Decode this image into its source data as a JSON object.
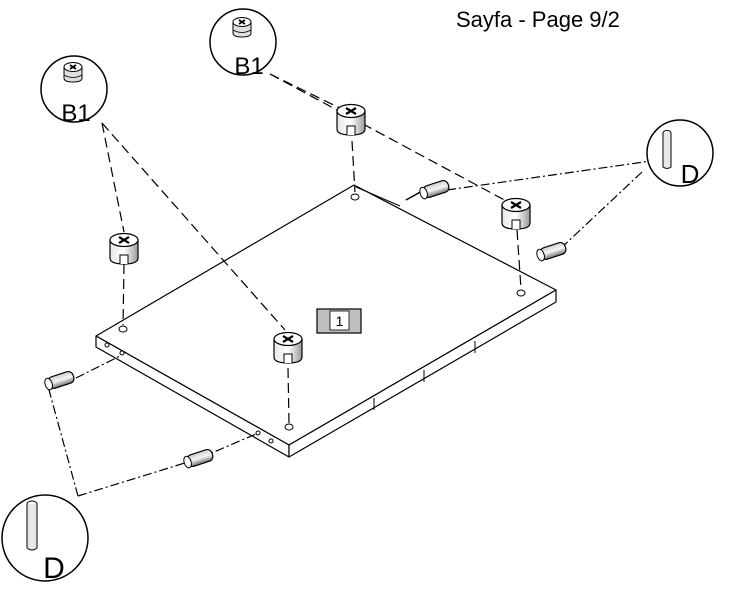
{
  "page": {
    "label": "Sayfa - Page 9/2"
  },
  "part": {
    "number": "1"
  },
  "callouts": [
    {
      "id": "B1",
      "icon": "cam-lock-icon"
    },
    {
      "id": "B1",
      "icon": "cam-lock-icon"
    },
    {
      "id": "D",
      "icon": "dowel-icon"
    },
    {
      "id": "D",
      "icon": "dowel-icon"
    }
  ],
  "colors": {
    "ink": "#000000",
    "panel_label_bg": "#bfbfbf",
    "hardware": "#999999"
  }
}
